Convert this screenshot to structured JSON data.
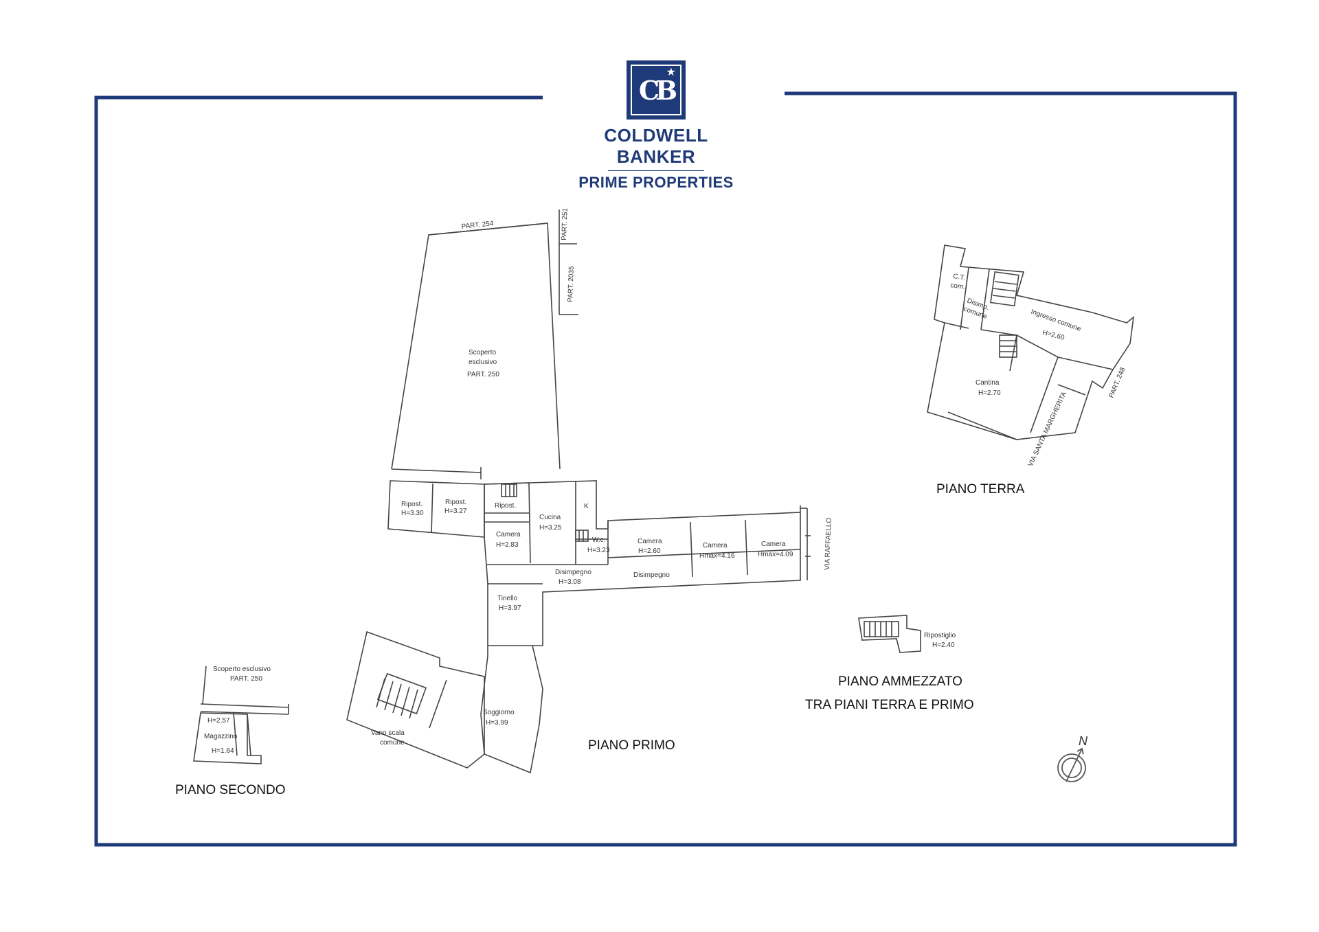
{
  "brand": {
    "logo_letters": "CB",
    "name": "COLDWELL BANKER",
    "subtitle": "PRIME PROPERTIES",
    "color": "#1f3a78"
  },
  "plans": {
    "primo": {
      "title": "PIANO PRIMO",
      "labels": {
        "part254": "PART. 254",
        "part251": "PART. 251",
        "part2035": "PART. 2035",
        "scoperto1": "Scoperto",
        "scoperto2": "esclusivo",
        "scoperto3": "PART. 250",
        "ripost1_a": "Ripost.",
        "ripost1_b": "H=3.30",
        "ripost2_a": "Ripost.",
        "ripost2_b": "H=3.27",
        "ripost3": "Ripost.",
        "cucina_a": "Cucina",
        "cucina_b": "H=3.25",
        "k": "K",
        "camera1_a": "Camera",
        "camera1_b": "H=2.83",
        "wc_a": "W.c.",
        "wc_b": "H=3.23",
        "camera2_a": "Camera",
        "camera2_b": "H=2.60",
        "camera3_a": "Camera",
        "camera3_b": "Hmax=4.16",
        "camera4_a": "Camera",
        "camera4_b": "Hmax=4.09",
        "disimp1_a": "Disimpegno",
        "disimp1_b": "H=3.08",
        "disimp2": "Disimpegno",
        "via_raffaello": "VIA RAFFAELLO",
        "tinello_a": "Tinello",
        "tinello_b": "H=3.97",
        "soggiorno_a": "Soggiorno",
        "soggiorno_b": "H=3.99",
        "vano_a": "Vano scala",
        "vano_b": "comune"
      }
    },
    "terra": {
      "title": "PIANO TERRA",
      "labels": {
        "ct_a": "C.T.",
        "ct_b": "com.",
        "disimp_a": "Disimp.",
        "disimp_b": "comune",
        "ingresso_a": "Ingresso comune",
        "ingresso_b": "H=2.60",
        "cantina_a": "Cantina",
        "cantina_b": "H=2.70",
        "part248": "PART. 248",
        "via_margherita": "VIA SANTA MARGHERITA"
      }
    },
    "ammezzato": {
      "title_line1": "PIANO AMMEZZATO",
      "title_line2": "TRA PIANI TERRA E PRIMO",
      "labels": {
        "ripost_a": "Ripostiglio",
        "ripost_b": "H=2.40"
      }
    },
    "secondo": {
      "title": "PIANO SECONDO",
      "labels": {
        "scoperto_a": "Scoperto esclusivo",
        "scoperto_b": "PART. 250",
        "h1": "H=2.57",
        "magazzino": "Magazzino",
        "h2": "H=1.64"
      }
    }
  },
  "north": {
    "label": "N"
  },
  "frame_color": "#1f3a78"
}
